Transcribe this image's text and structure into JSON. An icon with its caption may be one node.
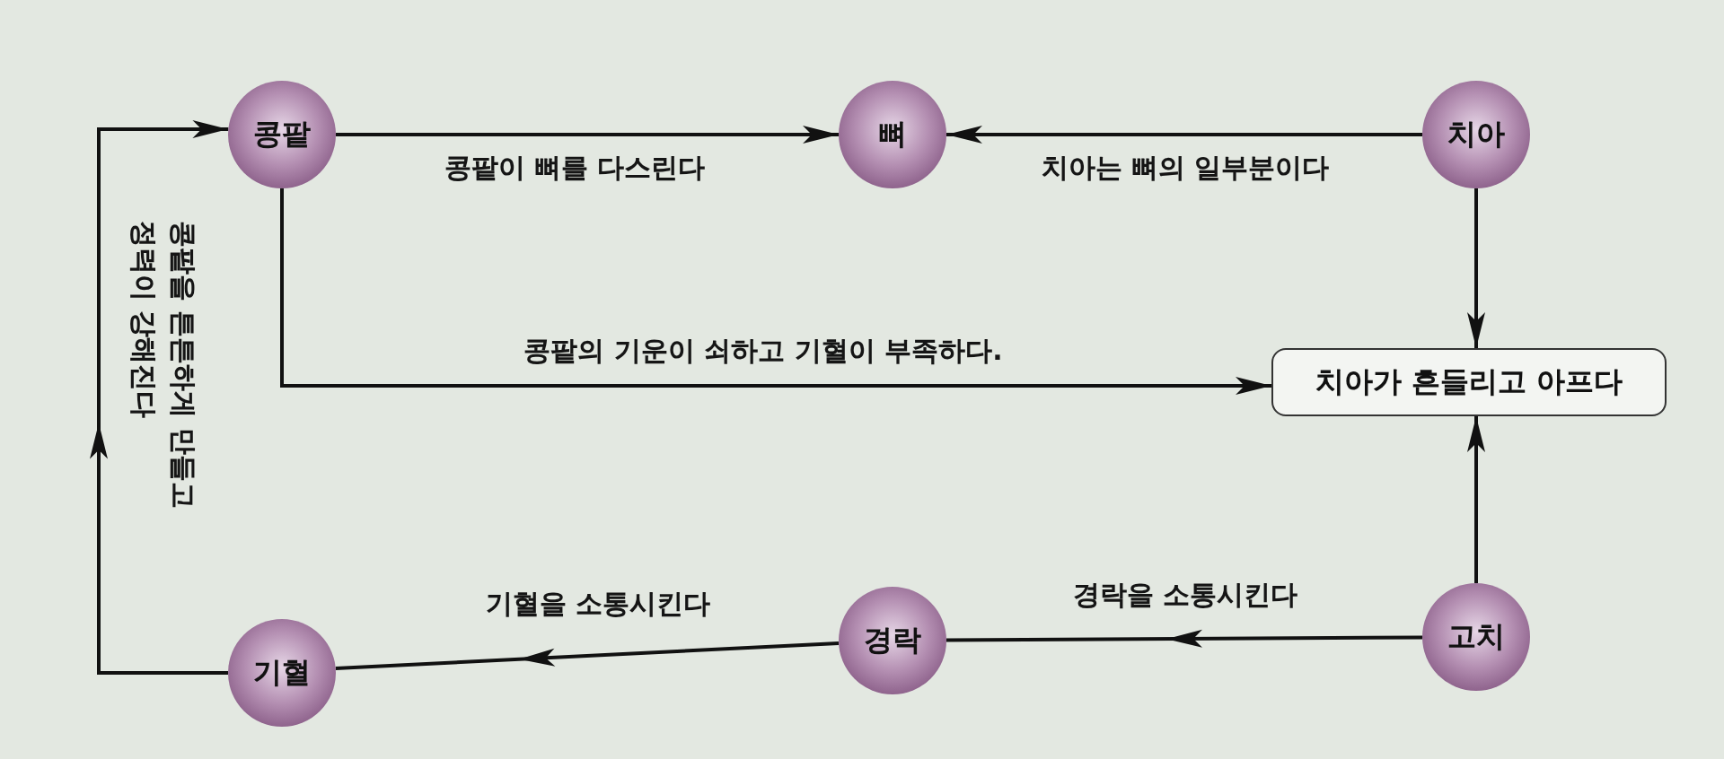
{
  "diagram": {
    "nodes": [
      {
        "text": [
          "콩팥"
        ]
      },
      {
        "text": [
          "뼈"
        ]
      },
      {
        "text": [
          "치아"
        ]
      },
      {
        "text": [
          "치아가 흔들리고 아프다"
        ]
      },
      {
        "text": [
          "고치"
        ]
      },
      {
        "text": [
          "경락"
        ]
      },
      {
        "text": [
          "기혈"
        ]
      }
    ],
    "edges": [
      {
        "from": 0,
        "to": 1,
        "arrow": "to",
        "label": "콩팥이 뼈를 다스린다"
      },
      {
        "from": 2,
        "to": 1,
        "arrow": "to",
        "label": "치아는 뼈의 일부분이다"
      },
      {
        "from": 2,
        "to": 3,
        "arrow": "to"
      },
      {
        "from": 0,
        "to": 3,
        "arrow": "to",
        "label": "콩팥의 기운이 쇠하고 기혈이 부족하다."
      },
      {
        "from": 4,
        "to": 3,
        "arrow": "to"
      },
      {
        "from": 4,
        "to": 5,
        "arrow": "to",
        "label": "경락을 소통시킨다"
      },
      {
        "from": 5,
        "to": 6,
        "arrow": "to",
        "label": "기혈을 소통시킨다"
      },
      {
        "from": 6,
        "to": 0,
        "arrow": "to",
        "label": "콩팥을 튼튼하게 만들고 정력이 강해진다"
      }
    ]
  }
}
